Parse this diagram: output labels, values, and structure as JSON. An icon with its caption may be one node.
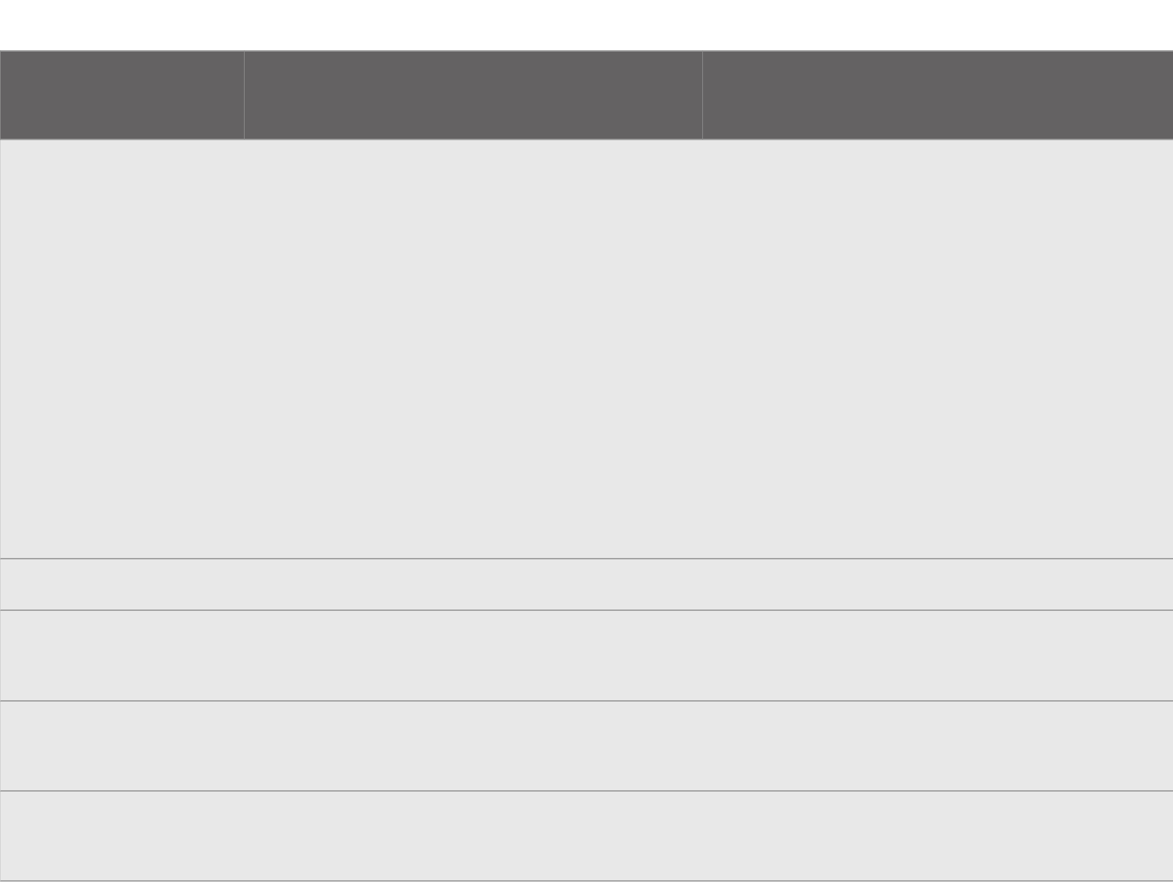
{
  "diagram": {
    "nodes": [
      {
        "text": [],
        "shape": "box"
      },
      {
        "text": [],
        "shape": "box"
      },
      {
        "text": [],
        "shape": "box"
      },
      {
        "text": [],
        "shape": "bar"
      },
      {
        "text": [],
        "shape": "bar"
      },
      {
        "text": [],
        "shape": "bar"
      },
      {
        "text": [],
        "shape": "bar"
      },
      {
        "text": [],
        "shape": "bar"
      }
    ]
  }
}
